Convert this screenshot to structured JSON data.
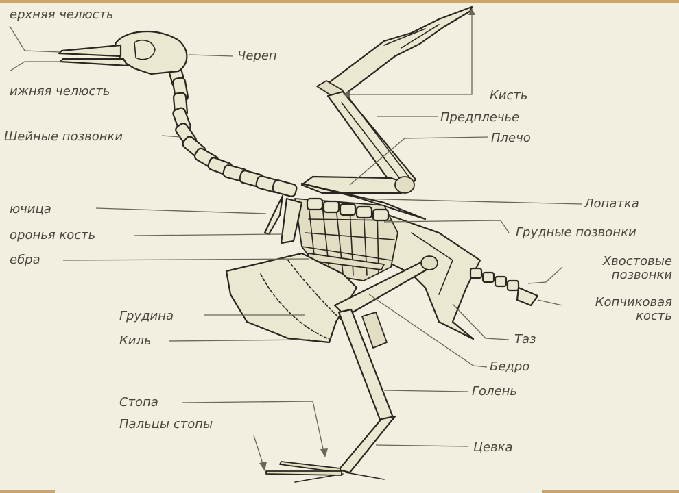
{
  "labels": {
    "upper_jaw": "ерхняя челюсть",
    "lower_jaw": "ижняя челюсть",
    "neck_vertebrae": "Шейные позвонки",
    "clavicle": "ючица",
    "coracoid": "оронья кость",
    "rib": "ебра",
    "sternum": "Грудина",
    "keel": "Киль",
    "foot": "Стопа",
    "toes": "Пальцы стопы",
    "skull": "Череп",
    "hand": "Кисть",
    "forearm": "Предплечье",
    "humerus": "Плечо",
    "scapula": "Лопатка",
    "thoracic_vertebrae": "Грудные позвонки",
    "tail_vertebrae_1": "Хвостовые",
    "tail_vertebrae_2": "позвонки",
    "pygostyle_1": "Копчиковая",
    "pygostyle_2": "кость",
    "pelvis": "Таз",
    "femur": "Бедро",
    "shin": "Голень",
    "tarsus": "Цевка"
  },
  "colors": {
    "background": "#f2efe0",
    "bone": "#ebe8d2",
    "outline": "#2a2620",
    "leader": "#6b6656",
    "label": "#4a463c",
    "frame": "#c9a66b"
  }
}
